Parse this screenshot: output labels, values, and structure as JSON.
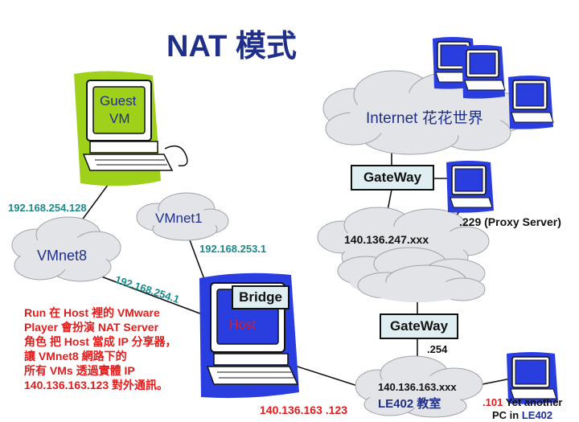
{
  "title": "NAT 模式",
  "guest_vm": {
    "line1": "Guest",
    "line2": "VM"
  },
  "clouds": {
    "vmnet8": "VMnet8",
    "vmnet1": "VMnet1",
    "internet": "Internet 花花世界",
    "net247": "140.136.247.xxx",
    "net163_line1": "140.136.163.xxx",
    "net163_line2": "LE402 教室"
  },
  "ips": {
    "guest": "192.168.254.128",
    "vmnet1": "192.168.253.1",
    "vmnet8_host": "192.168.254.1",
    "host_physical": "140.136.163 .123",
    "gateway_lower": ".254"
  },
  "proxy": ".229 (Proxy Server)",
  "gateway_label": "GateWay",
  "bridge_label": "Bridge",
  "host_label": "Host",
  "another_pc": {
    "ip": ".101",
    "text1": " Yet another",
    "text2": "PC in ",
    "room": "LE402"
  },
  "note_lines": [
    "Run 在 Host 裡的 VMware",
    "Player 會扮演 NAT Server",
    "角色 把 Host 當成 IP 分享器，",
    "讓 VMnet8 網路下的",
    "所有 VMs 透過實體 IP",
    "140.136.163.123 對外通訊。"
  ],
  "colors": {
    "title": "#1f2f8a",
    "guest_vm": "#9fd11a",
    "host": "#2a3ee0",
    "cloud": "#e2e4e7",
    "teal_text": "#1a8a8a",
    "note_text": "#e31b1b",
    "box_fill": "#dfeef0"
  }
}
